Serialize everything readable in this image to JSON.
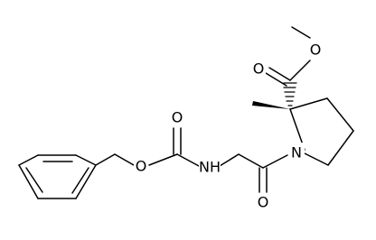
{
  "diagram": {
    "type": "chemical-structure",
    "atom_labels": {
      "carbamate_carbonyl_O": "O",
      "carbamate_ester_O": "O",
      "amide_NH": "NH",
      "amide_carbonyl_O": "O",
      "pyrrolidine_N": "N",
      "ester_carbonyl_O": "O",
      "ester_methoxy_O": "O"
    },
    "stereo_bonds": {
      "methyl": "wedge",
      "carboxylate": "hash"
    }
  }
}
